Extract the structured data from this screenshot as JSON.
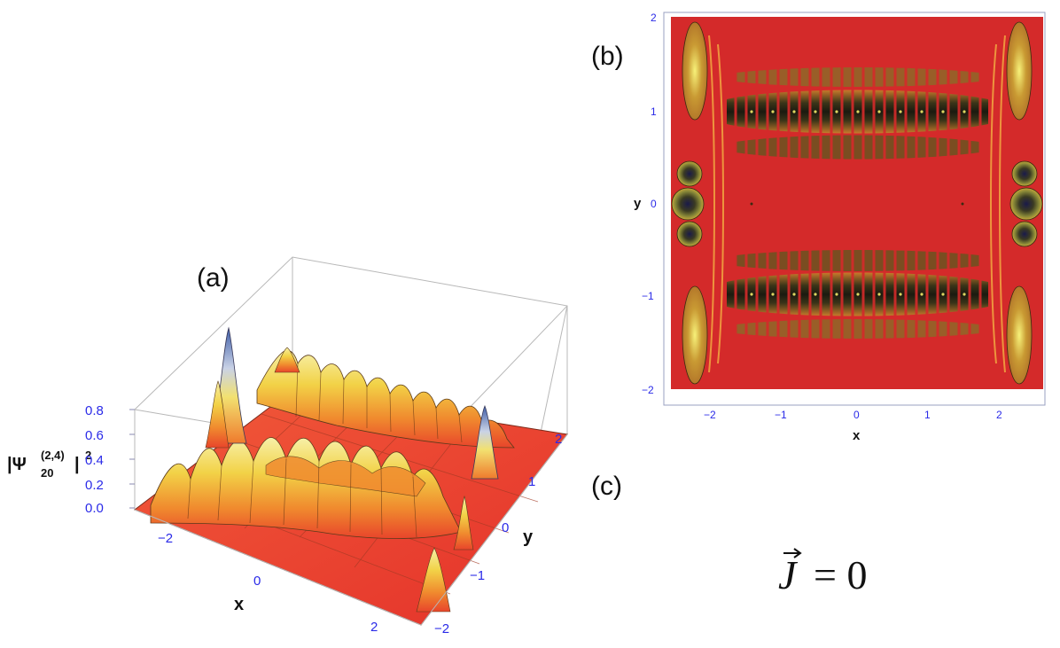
{
  "panels": {
    "a": {
      "label": "(a)",
      "z_label_main": "|Ψ",
      "z_label_sup": "(2,4)",
      "z_label_sub": "20",
      "z_label_tail": "|",
      "z_label_pow": "2",
      "z_ticks": [
        "0.8",
        "0.6",
        "0.4",
        "0.2",
        "0.0"
      ],
      "x_ticks": [
        "−2",
        "0",
        "2"
      ],
      "y_ticks": [
        "2",
        "1",
        "0",
        "−1",
        "−2"
      ],
      "x_label": "x",
      "y_label": "y"
    },
    "b": {
      "label": "(b)",
      "x_ticks": [
        "−2",
        "−1",
        "0",
        "1",
        "2"
      ],
      "y_ticks": [
        "2",
        "1",
        "0",
        "−1",
        "−2"
      ],
      "x_label": "x",
      "y_label": "y"
    },
    "c": {
      "label": "(c)",
      "equation_symbol": "J",
      "equation_rest": "= 0"
    }
  },
  "colors": {
    "surface_red": "#e8362b",
    "surface_orange": "#f07a30",
    "surface_yellow": "#f2e65a",
    "peak_blue": "#5a76b8",
    "contour_red": "#d42a2a",
    "contour_dark": "#2c2a14",
    "tick_blue": "#2a2ae8"
  },
  "icons": {
    "vector_arrow": "right-arrow-icon"
  }
}
